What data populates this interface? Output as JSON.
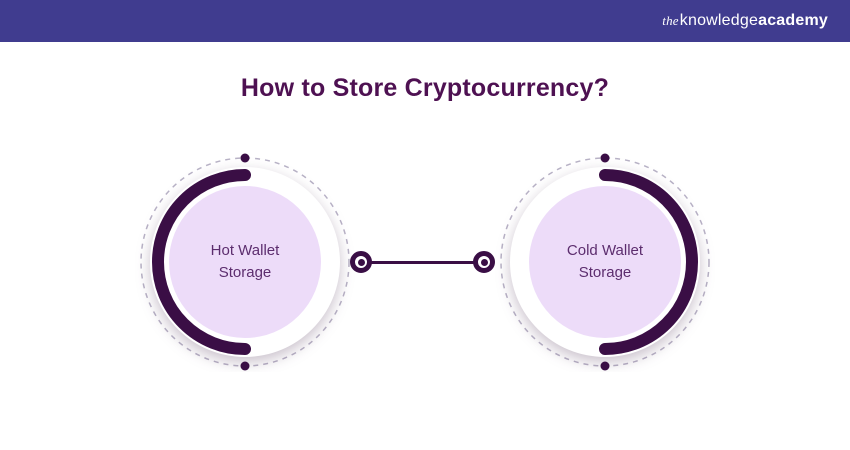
{
  "header": {
    "bg_color": "#403c8f",
    "logo": {
      "the": "the",
      "knowledge": "knowledge",
      "academy": "academy"
    }
  },
  "title": "How to Store Cryptocurrency?",
  "diagram": {
    "nodes": [
      {
        "label": "Hot Wallet Storage"
      },
      {
        "label": "Cold Wallet Storage"
      }
    ],
    "colors": {
      "title": "#4e1152",
      "arc": "#3a0e45",
      "circle_fill": "#eddcf9",
      "label_text": "#5c2d6e",
      "dashed_ring": "#b8b2c6",
      "connector": "#3a0e45"
    }
  }
}
